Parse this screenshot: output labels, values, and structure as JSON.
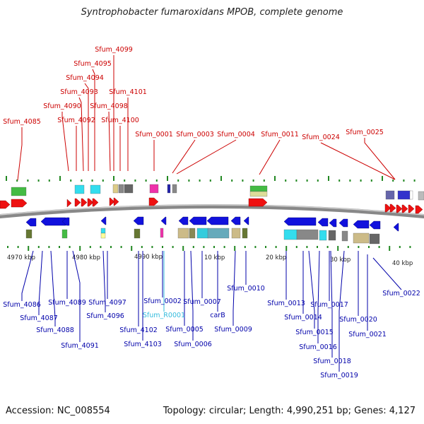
{
  "title": "Syntrophobacter fumaroxidans MPOB, complete genome",
  "footer": {
    "accession_label": "Accession:",
    "accession": "NC_008554",
    "topology_label": "Topology:",
    "topology": "circular",
    "length_label": "Length:",
    "length": "4,990,251 bp",
    "genes_label": "Genes:",
    "genes": "4,127"
  },
  "colors": {
    "forward_label": "#cc0000",
    "reverse_label": "#0000aa",
    "rna_label": "#33bbdd",
    "forward_gene": "#ee1111",
    "reverse_gene": "#1111dd",
    "axis": "#888888",
    "tick": "#228822"
  },
  "scale_labels": [
    "4970 kbp",
    "4980 kbp",
    "4990 kbp",
    "10 kbp",
    "20 kbp",
    "30 kbp",
    "40 kbp"
  ],
  "forward_labels": [
    "Sfum_4085",
    "Sfum_4090",
    "Sfum_4092",
    "Sfum_4093",
    "Sfum_4094",
    "Sfum_4095",
    "Sfum_4099",
    "Sfum_4098",
    "Sfum_4101",
    "Sfum_4100",
    "Sfum_0001",
    "Sfum_0003",
    "Sfum_0004",
    "Sfum_0011",
    "Sfum_0024",
    "Sfum_0025"
  ],
  "reverse_labels": [
    "Sfum_4086",
    "Sfum_4087",
    "Sfum_4088",
    "Sfum_4089",
    "Sfum_4091",
    "Sfum_4097",
    "Sfum_4096",
    "Sfum_4102",
    "Sfum_4103",
    "Sfum_0002",
    "Sfum_R0001",
    "Sfum_0005",
    "Sfum_0006",
    "Sfum_0007",
    "carB",
    "Sfum_0009",
    "Sfum_0010",
    "Sfum_0013",
    "Sfum_0014",
    "Sfum_0015",
    "Sfum_0016",
    "Sfum_0017",
    "Sfum_0018",
    "Sfum_0019",
    "Sfum_0020",
    "Sfum_0021",
    "Sfum_0022"
  ]
}
